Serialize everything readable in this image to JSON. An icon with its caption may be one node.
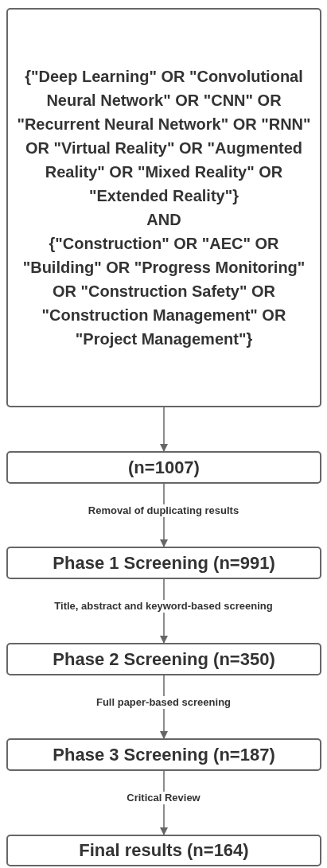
{
  "diagram": {
    "nodes": [
      {
        "text": [
          "{\"Deep Learning\" OR \"Convolutional Neural Network\" OR \"CNN\" OR \"Recurrent Neural Network\" OR \"RNN\" OR \"Virtual Reality\" OR \"Augmented Reality\" OR \"Mixed Reality\" OR \"Extended Reality\"}",
          "AND",
          "{\"Construction\" OR \"AEC\" OR \"Building\" OR \"Progress Monitoring\" OR \"Construction Safety\" OR \"Construction Management\" OR \"Project Management\"}"
        ]
      },
      {
        "text": [
          "(n=1007)"
        ]
      },
      {
        "text": [
          "Phase 1 Screening (n=991)"
        ]
      },
      {
        "text": [
          "Phase 2 Screening (n=350)"
        ]
      },
      {
        "text": [
          "Phase 3 Screening (n=187)"
        ]
      },
      {
        "text": [
          "Final results (n=164)"
        ]
      }
    ],
    "edges": [
      {
        "from": 0,
        "to": 1,
        "arrow": "to"
      },
      {
        "from": 1,
        "to": 2,
        "arrow": "to",
        "label": "Removal of duplicating results"
      },
      {
        "from": 2,
        "to": 3,
        "arrow": "to",
        "label": "Title, abstract and keyword-based screening"
      },
      {
        "from": 3,
        "to": 4,
        "arrow": "to",
        "label": "Full paper-based screening"
      },
      {
        "from": 4,
        "to": 5,
        "arrow": "to",
        "label": "Critical Review"
      }
    ]
  }
}
